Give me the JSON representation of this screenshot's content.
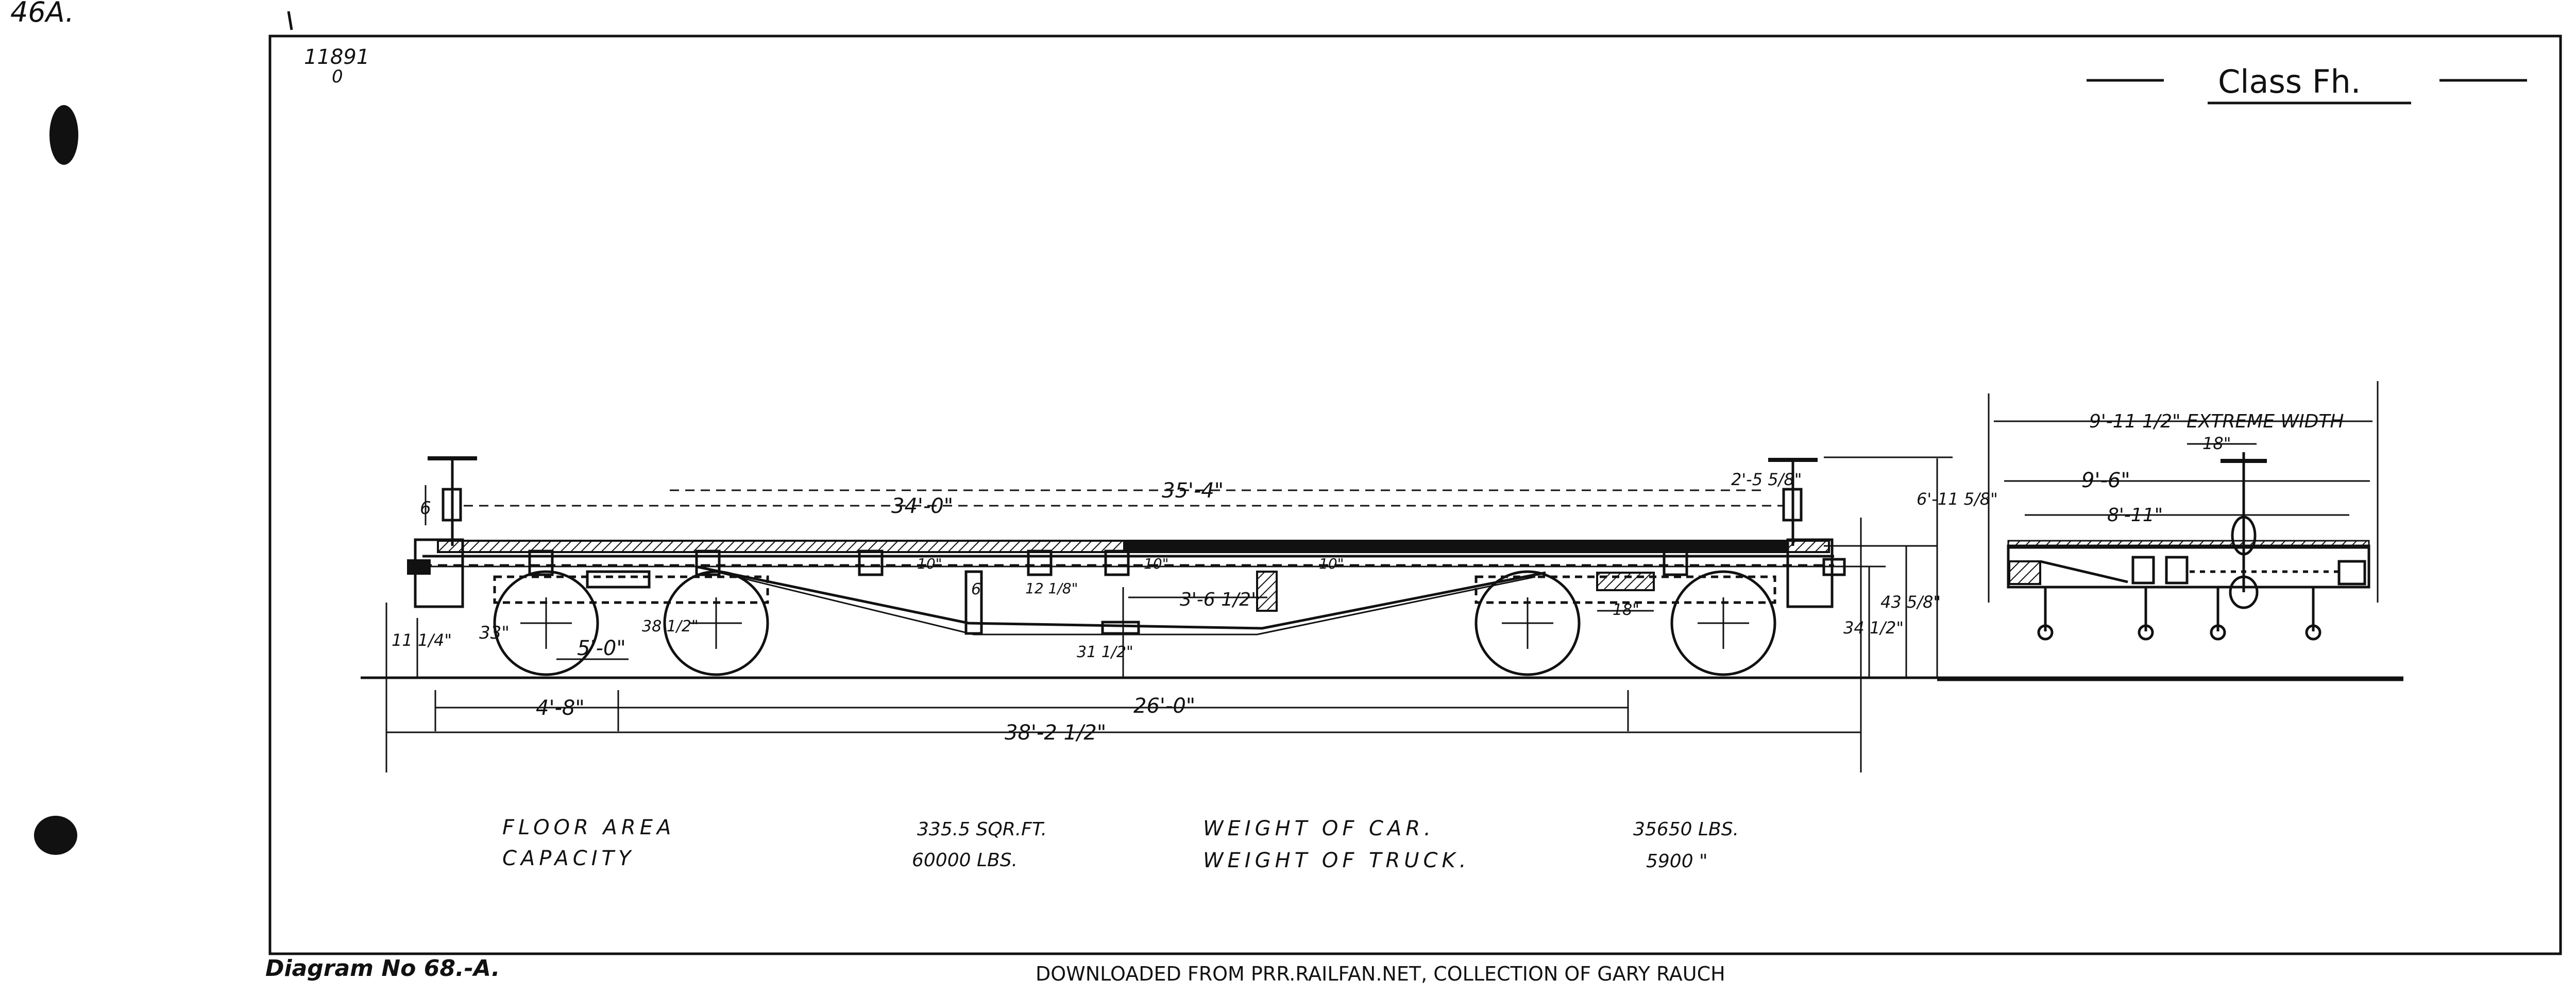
{
  "sheet": {
    "sheet_code": "46A.",
    "file_number": "11891",
    "file_number_suffix": "0",
    "class_title": "Class Fh.",
    "diagram_number": "Diagram No 68.-A.",
    "credit": "DOWNLOADED FROM PRR.RAILFAN.NET, COLLECTION OF GARY RAUCH"
  },
  "dimensions": {
    "overall_length": "38'-2 1/2\"",
    "truck_centers": "26'-0\"",
    "truck_wheelbase": "4'-8\"",
    "wheelbase_inner": "5'-0\"",
    "inside_length": "34'-0\"",
    "length_over_end_sills": "35'-4\"",
    "wheel_diameter": "33\"",
    "coupler_height": "34 1/2\"",
    "deck_height": "43 5/8\"",
    "brake_wheel_height": "6'-11 5/8\"",
    "brake_staff_offset": "2'-5 5/8\"",
    "end_offset": "6",
    "end_height": "11 1/4\"",
    "side_bearing": "38 1/2\"",
    "truss_depth": "31 1/2\"",
    "bolster_depth": "12 1/8\"",
    "post_width": "6",
    "center_gap": "3'-6 1/2\"",
    "center_sill": "18\"",
    "deck_mark_a": "10\"",
    "deck_mark_b": "10\"",
    "deck_mark_c": "10\"",
    "extreme_width": "9'-11 1/2\" EXTREME WIDTH",
    "width_over_sills": "9'-6\"",
    "width_inside": "8'-11\"",
    "staff_width": "18\""
  },
  "specs": {
    "floor_area_label": "FLOOR AREA",
    "floor_area_value": "335.5 SQR.FT.",
    "capacity_label": "CAPACITY",
    "capacity_value": "60000 LBS.",
    "car_weight_label": "WEIGHT OF CAR.",
    "car_weight_value": "35650 LBS.",
    "truck_weight_label": "WEIGHT OF TRUCK.",
    "truck_weight_value": "5900 \""
  }
}
